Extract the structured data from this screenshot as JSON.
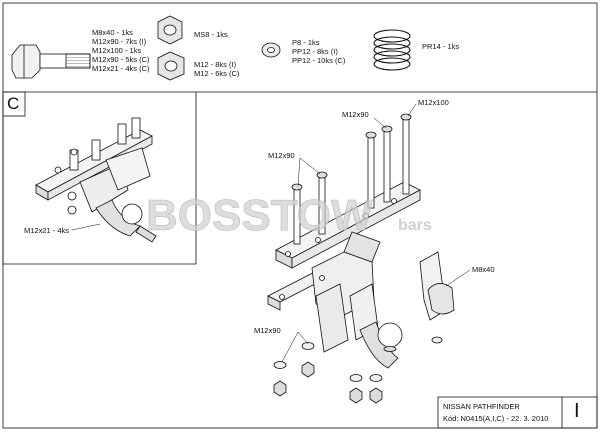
{
  "parts": {
    "bolt": [
      "M8x40 - 1ks",
      "M12x90 - 7ks (I)",
      "M12x100 - 1ks",
      "M12x90 - 5ks (C)",
      "M12x21 - 4ks (C)"
    ],
    "nut_ms8": "MS8 - 1ks",
    "nut_m12": [
      "M12 - 8ks (I)",
      "M12 - 6ks (C)"
    ],
    "washer": [
      "P8 - 1ks",
      "PP12 - 8ks (I)",
      "PP12 - 10ks (C)"
    ],
    "spring": "PR14 - 1ks"
  },
  "inset": {
    "letter": "C",
    "label": "M12x21 - 4ks"
  },
  "callouts": {
    "m12x90_top": "M12x90",
    "m12x100": "M12x100",
    "m12x90_left": "M12x90",
    "m8x40": "M8x40",
    "m12x90_bottom": "M12x90"
  },
  "watermark": {
    "brand": "BOSSTOW",
    "suffix": "bars"
  },
  "footer": {
    "model": "NISSAN PATHFINDER",
    "code": "Kód: N0415(A,I,C) - 22. 3. 2010",
    "variant": "I"
  }
}
